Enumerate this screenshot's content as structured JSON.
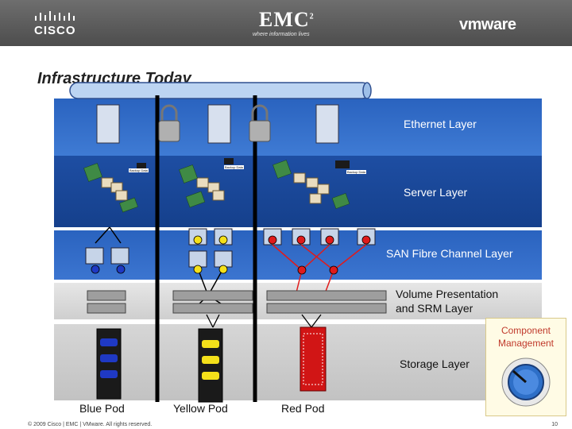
{
  "header": {
    "cisco": "CISCO",
    "emc": "EMC",
    "emc_sup": "2",
    "emc_tagline": "where information lives",
    "vmware": "vmware"
  },
  "title": "Infrastructure Today",
  "layers": {
    "ethernet": "Ethernet Layer",
    "server": "Server Layer",
    "san": "SAN Fibre Channel Layer",
    "volume_line1": "Volume Presentation",
    "volume_line2": "and SRM Layer",
    "storage": "Storage Layer"
  },
  "backup_label": "Backup Data",
  "component_management": {
    "line1": "Component",
    "line2": "Management"
  },
  "pods": [
    "Blue Pod",
    "Yellow Pod",
    "Red Pod"
  ],
  "footer": "© 2009 Cisco | EMC | VMware. All rights reserved.",
  "page_number": "10",
  "colors": {
    "blue": "#1f39c4",
    "yellow": "#f4e01a",
    "red": "#e01b1b",
    "layer_blue": "#1d4fa6",
    "gray_layer": "#d8d8d8"
  }
}
